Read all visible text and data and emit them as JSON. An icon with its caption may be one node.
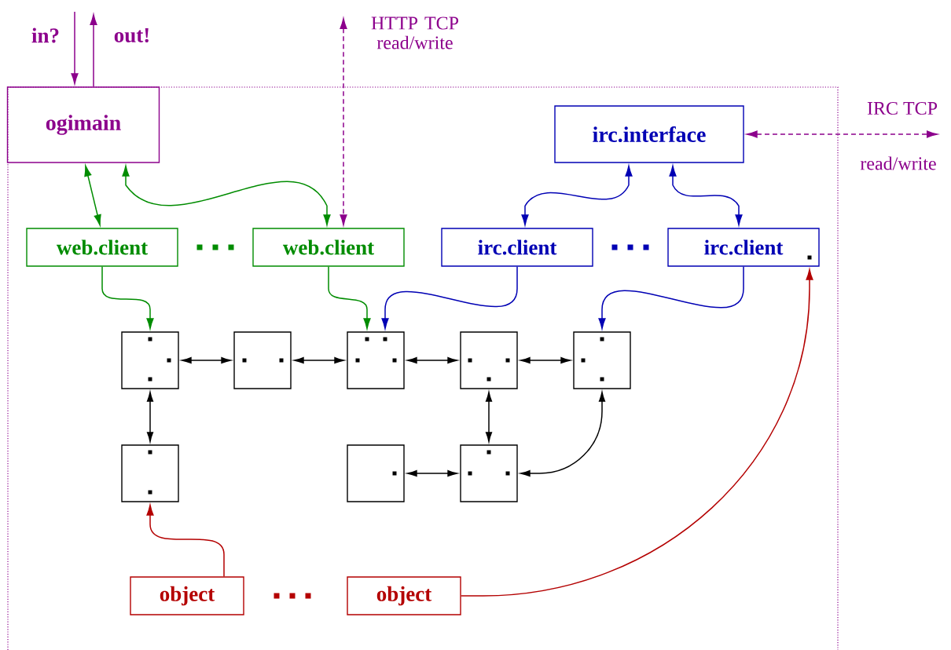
{
  "diagram": {
    "nodes": [
      {
        "text": [
          "ogimain"
        ]
      },
      {
        "text": [
          "irc.interface"
        ]
      },
      {
        "text": [
          "web.client"
        ]
      },
      {
        "text": [
          "web.client"
        ]
      },
      {
        "text": [
          "irc.client"
        ]
      },
      {
        "text": [
          "irc.client"
        ]
      },
      {
        "text": [],
        "shape": "box"
      },
      {
        "text": [],
        "shape": "box"
      },
      {
        "text": [],
        "shape": "box"
      },
      {
        "text": [],
        "shape": "box"
      },
      {
        "text": [],
        "shape": "box"
      },
      {
        "text": [],
        "shape": "box"
      },
      {
        "text": [],
        "shape": "box"
      },
      {
        "text": [],
        "shape": "box"
      },
      {
        "text": [
          "object"
        ]
      },
      {
        "text": [
          "object"
        ]
      }
    ],
    "edges": [
      {
        "from": 0,
        "to": 2,
        "arrow": "both",
        "color": "#008c00"
      },
      {
        "from": 0,
        "to": 3,
        "arrow": "both",
        "color": "#008c00"
      },
      {
        "from": 2,
        "to": 6,
        "arrow": "to",
        "color": "#008c00"
      },
      {
        "from": 3,
        "to": 8,
        "arrow": "to",
        "color": "#008c00"
      },
      {
        "from": 1,
        "to": 4,
        "arrow": "both",
        "color": "#0000b4"
      },
      {
        "from": 1,
        "to": 5,
        "arrow": "both",
        "color": "#0000b4"
      },
      {
        "from": 4,
        "to": 8,
        "arrow": "to",
        "color": "#0000b4"
      },
      {
        "from": 5,
        "to": 10,
        "arrow": "to",
        "color": "#0000b4"
      },
      {
        "from": 6,
        "to": 7,
        "arrow": "both"
      },
      {
        "from": 7,
        "to": 8,
        "arrow": "both"
      },
      {
        "from": 8,
        "to": 9,
        "arrow": "both"
      },
      {
        "from": 9,
        "to": 10,
        "arrow": "both"
      },
      {
        "from": 6,
        "to": 11,
        "arrow": "both"
      },
      {
        "from": 9,
        "to": 13,
        "arrow": "both"
      },
      {
        "from": 12,
        "to": 13,
        "arrow": "both"
      },
      {
        "from": 10,
        "to": 13,
        "arrow": "both"
      },
      {
        "from": 14,
        "to": 11,
        "arrow": "to",
        "color": "#b40000"
      },
      {
        "from": 15,
        "to": 5,
        "arrow": "to",
        "color": "#b40000"
      },
      {
        "from": null,
        "to": 0,
        "arrow": "to",
        "label": "in?",
        "color": "#8c008c"
      },
      {
        "from": 0,
        "to": null,
        "arrow": "to",
        "label": "out!",
        "color": "#8c008c"
      },
      {
        "from": null,
        "to": 3,
        "arrow": "both",
        "label": "HTTP TCP read/write",
        "style": "dashed",
        "color": "#8c008c"
      },
      {
        "from": 1,
        "to": null,
        "arrow": "both",
        "label": "IRC TCP",
        "style": "dashed",
        "color": "#8c008c"
      }
    ],
    "labels": [
      "read/write"
    ]
  }
}
